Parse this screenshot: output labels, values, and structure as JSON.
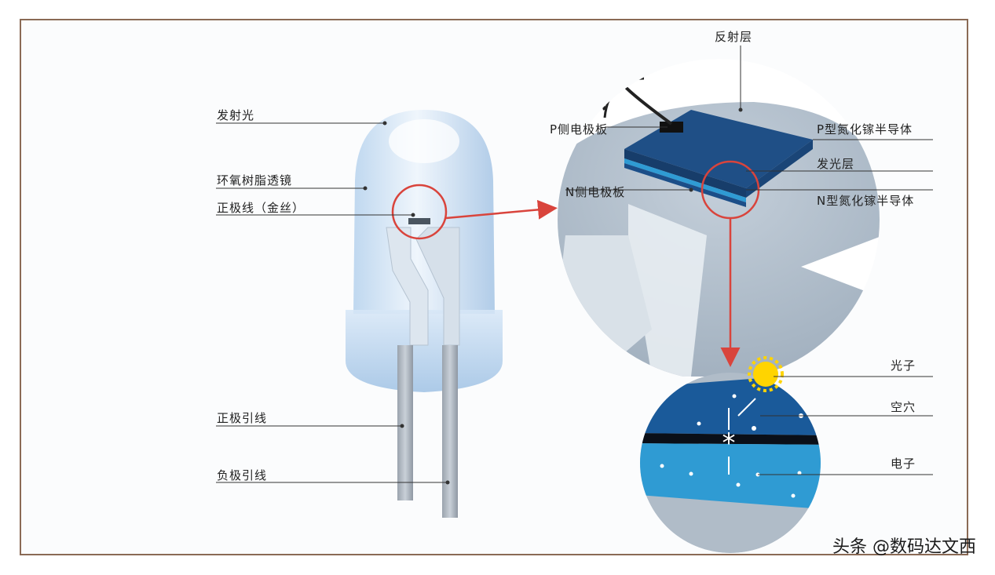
{
  "labels": {
    "emitted_light": "发射光",
    "epoxy_lens": "环氧树脂透镜",
    "anode_wire": "正极线（金丝）",
    "anode_lead": "正极引线",
    "cathode_lead": "负极引线",
    "reflective_layer": "反射层",
    "p_electrode": "P侧电极板",
    "n_electrode": "N侧电极板",
    "p_gan": "P型氮化镓半导体",
    "emitting_layer": "发光层",
    "n_gan": "N型氮化镓半导体",
    "photon": "光子",
    "hole": "空穴",
    "electron": "电子"
  },
  "watermark": "头条 @数码达文西",
  "colors": {
    "frame": "#8a6a55",
    "arrow_red": "#d9443c",
    "chip_blue": "#1f4f86",
    "p_layer_blue": "#2563a6",
    "n_layer_cyan": "#2f9bd3",
    "photon_yellow": "#ffd400",
    "leader_line": "#333333"
  }
}
